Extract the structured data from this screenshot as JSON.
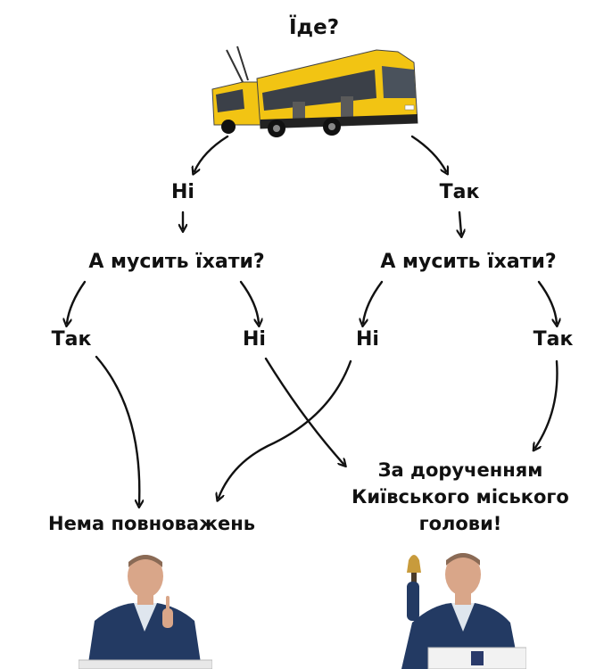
{
  "root": {
    "question": "Їде?",
    "image": "yellow-trolleybus"
  },
  "branches": {
    "no": "Ні",
    "yes": "Так"
  },
  "questions": {
    "left": "А мусить їхати?",
    "right": "А мусить їхати?"
  },
  "leaves": {
    "left_yes": "Так",
    "left_no": "Ні",
    "right_no": "Ні",
    "right_yes": "Так"
  },
  "outcomes": {
    "no_authority": "Нема повноважень",
    "by_order_line1": "За дорученням",
    "by_order_line2": "Київського міського",
    "by_order_line3": "голови!"
  },
  "people": {
    "left_image": "man-in-suit-pointing",
    "right_image": "man-in-suit-holding-bell"
  },
  "colors": {
    "text": "#111111",
    "bus_yellow": "#f2c413",
    "suit": "#233a63"
  }
}
